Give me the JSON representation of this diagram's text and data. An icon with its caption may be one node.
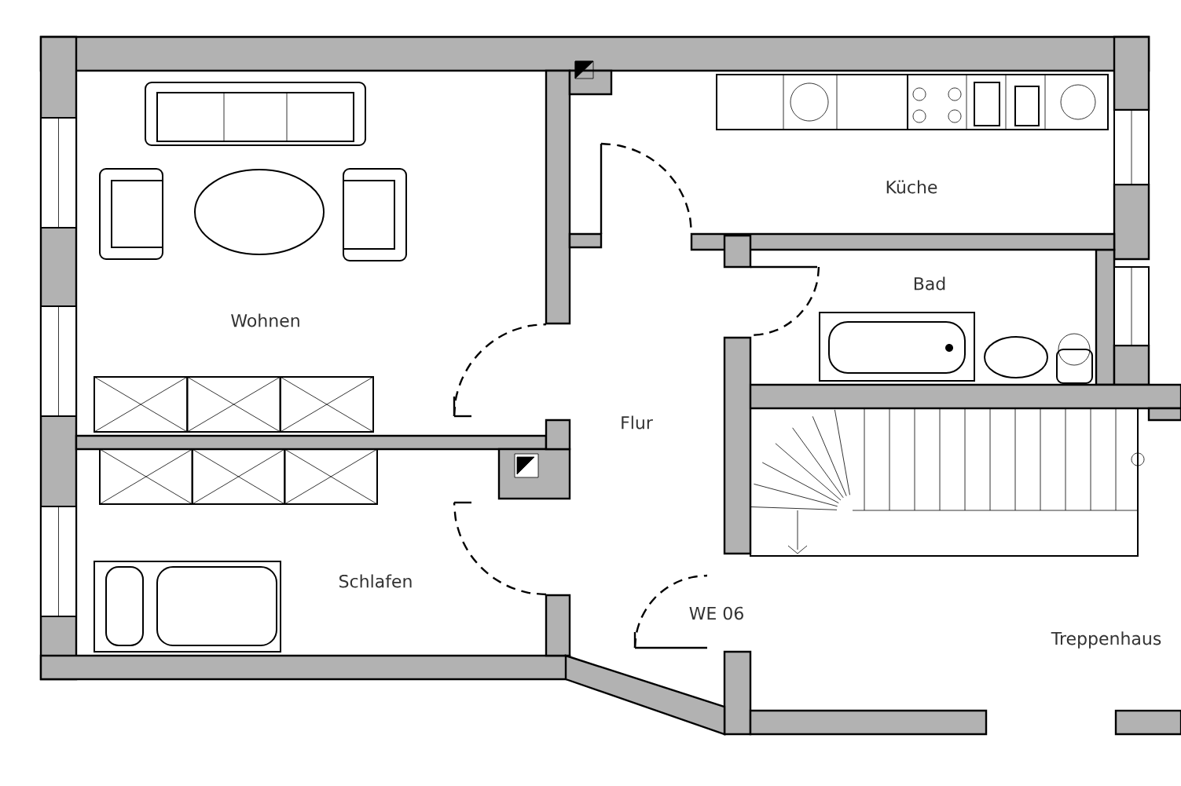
{
  "diagram": {
    "labels": [
      "Küche",
      "Bad",
      "Wohnen",
      "Flur",
      "Schlafen",
      "WE 06",
      "Treppenhaus"
    ]
  }
}
